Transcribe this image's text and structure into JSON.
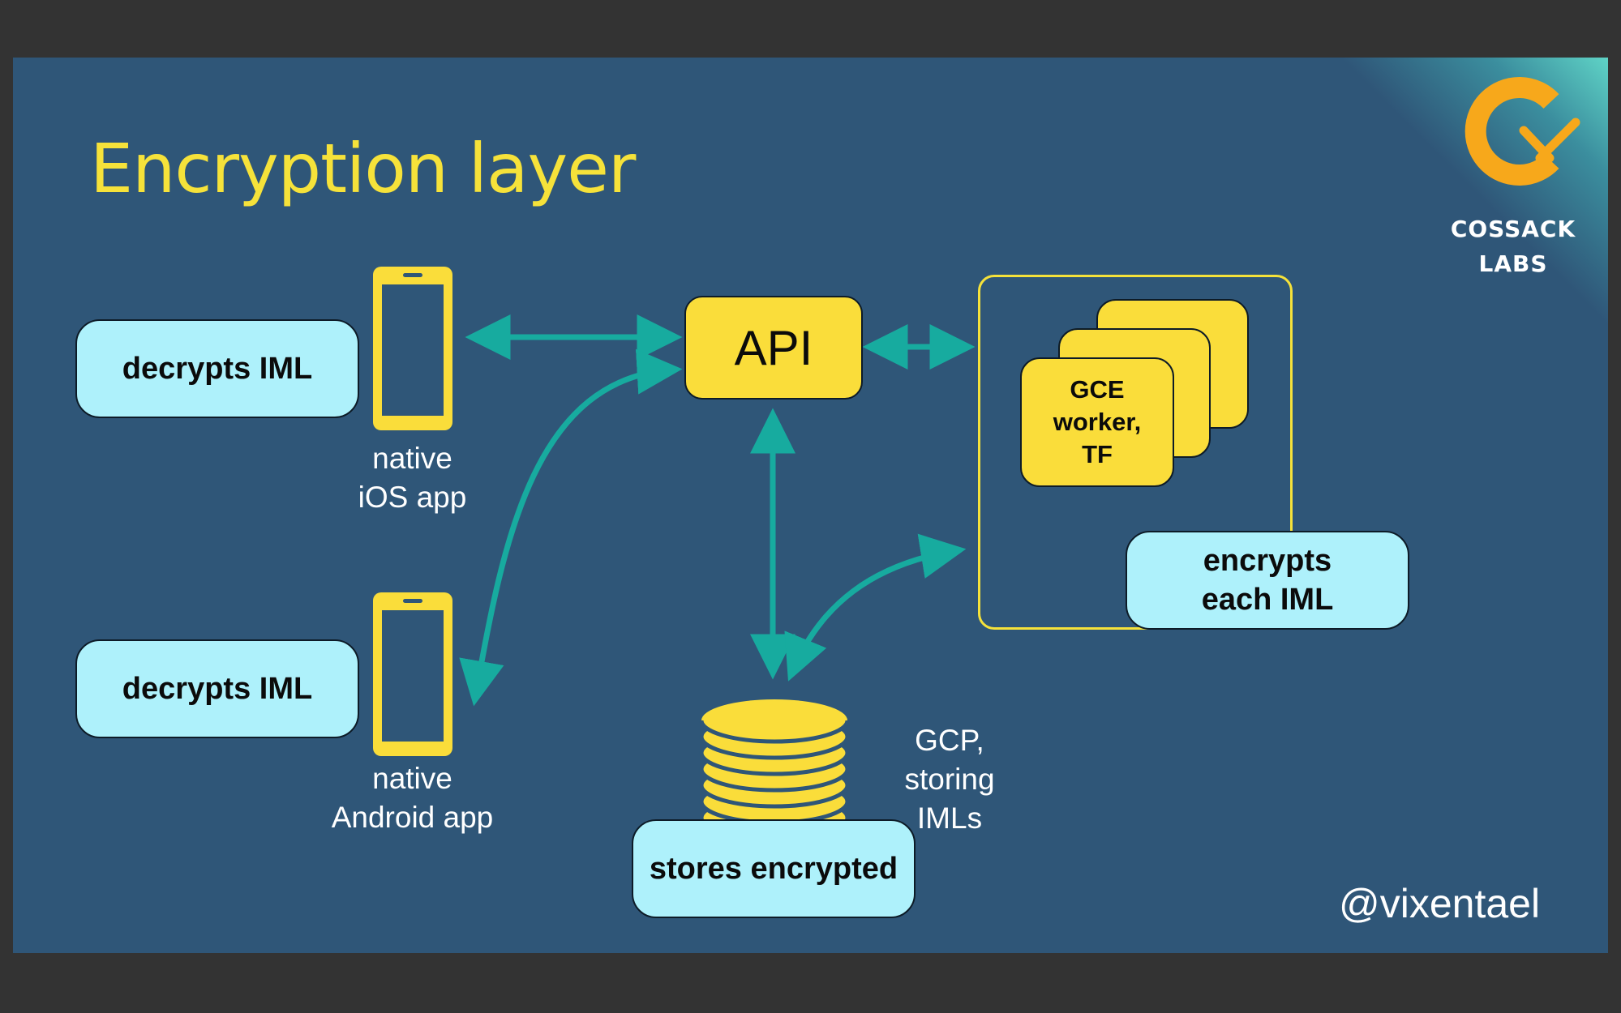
{
  "slide": {
    "title": "Encryption layer",
    "handle": "@vixentael"
  },
  "logo": {
    "line1": "COSSACK",
    "line2": "LABS"
  },
  "nodes": {
    "ios_label": "decrypts IML",
    "ios_caption": "native\niOS app",
    "android_label": "decrypts IML",
    "android_caption": "native\nAndroid app",
    "api_label": "API",
    "worker_label": "GCE\nworker,\nTF",
    "worker_note": "encrypts\neach IML",
    "storage_caption": "GCP,\nstoring\nIMLs",
    "storage_label": "stores encrypted"
  },
  "colors": {
    "background": "#2f5678",
    "title": "#f6e23a",
    "yellow": "#fadd3a",
    "pill": "#aef1fb",
    "arrow": "#17ab9f"
  }
}
